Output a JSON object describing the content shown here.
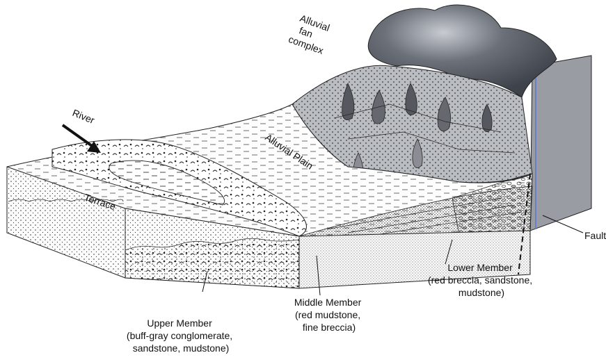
{
  "labels": {
    "alluvial_fan_complex": [
      "Alluvial",
      "fan",
      "complex"
    ],
    "river": "River",
    "alluvial_plain": "Alluvial Plain",
    "terrace": "Terrace",
    "fault": "Fault",
    "upper_member": {
      "title": "Upper Member",
      "lines": [
        "(buff-gray conglomerate,",
        "sandstone, mudstone)"
      ]
    },
    "middle_member": {
      "title": "Middle Member",
      "lines": [
        "(red mudstone,",
        "fine breccia)"
      ]
    },
    "lower_member": {
      "title": "Lower Member",
      "lines": [
        "(red breccia, sandstone,",
        "mudstone)"
      ]
    }
  },
  "colors": {
    "mountains": "#555a63",
    "fault_block": "#9a9ca3",
    "outline": "#1a1a1a",
    "fault_highlight": "#6a7fc8"
  }
}
